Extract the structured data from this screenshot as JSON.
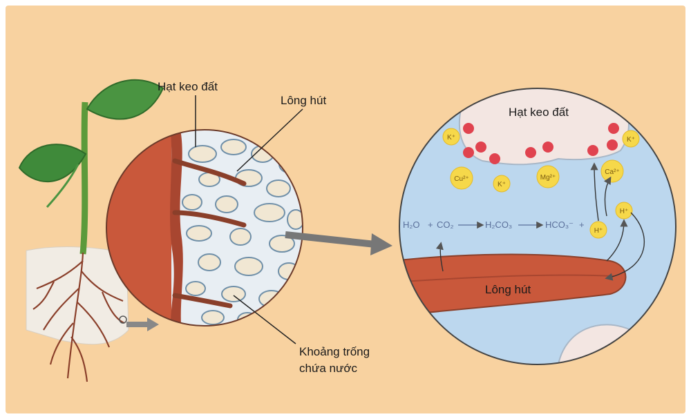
{
  "labels": {
    "hat_keo_dat": "Hạt keo đất",
    "long_hut": "Lông hút",
    "khoang_trong_line1": "Khoảng trống",
    "khoang_trong_line2": "chứa nước",
    "hat_keo_dat_zoom": "Hạt keo đất",
    "long_hut_zoom": "Lông hút"
  },
  "ions": {
    "k_top_left": "K⁺",
    "k_top_right": "K⁺",
    "cu": "Cu²⁺",
    "k_mid": "K⁺",
    "mg": "Mg²⁺",
    "ca": "Ca²⁺",
    "h_right": "H⁺"
  },
  "equation": {
    "h2o": "H₂O",
    "plus1": "+",
    "co2": "CO₂",
    "h2co3": "H₂CO₃",
    "hco3": "HCO₃⁻",
    "plus2": "+",
    "h": "H⁺"
  },
  "colors": {
    "background": "#f8d2a0",
    "water": "#bcd7ee",
    "root": "#c9583b",
    "colloid": "#f3e6e2",
    "ion_yellow": "#f6d84a",
    "cation_red": "#e0434f",
    "leaf": "#3f8a3a"
  }
}
